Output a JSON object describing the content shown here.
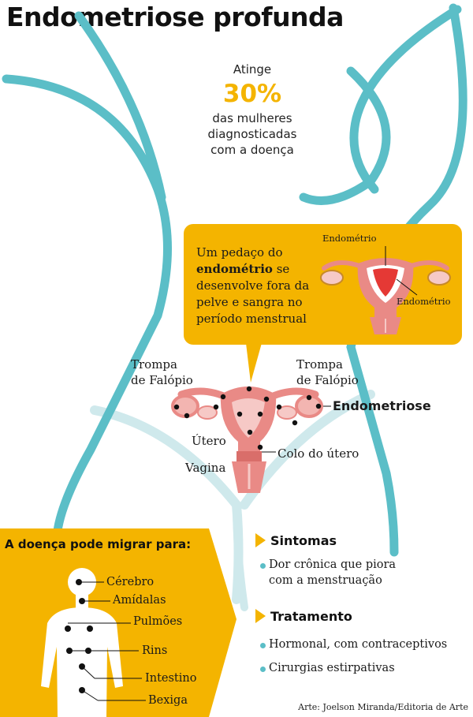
{
  "title": "Endometriose profunda",
  "stat": {
    "prefix": "Atinge",
    "percent": "30%",
    "line1": "das mulheres",
    "line2": "diagnosticadas",
    "line3": "com a doença"
  },
  "callout": {
    "text_before": "Um pedaço do",
    "text_bold": "endométrio",
    "text_after": "se desenvolve fora da pelve e sangra no período menstrual",
    "label_top": "Endométrio",
    "label_right": "Endométrio"
  },
  "uterus_labels": {
    "tube_left_1": "Trompa",
    "tube_left_2": "de Falópio",
    "tube_right_1": "Trompa",
    "tube_right_2": "de Falópio",
    "endometriosis": "Endometriose",
    "uterus": "Útero",
    "cervix": "Colo do útero",
    "vagina": "Vagina"
  },
  "migration": {
    "title": "A doença pode migrar para:",
    "organs": [
      "Cérebro",
      "Amídalas",
      "Pulmões",
      "Rins",
      "Intestino",
      "Bexiga"
    ]
  },
  "symptoms": {
    "heading": "Sintomas",
    "items": [
      {
        "line1": "Dor crônica que piora",
        "line2": "com a menstruação"
      }
    ]
  },
  "treatment": {
    "heading": "Tratamento",
    "items": [
      "Hormonal, com contraceptivos",
      "Cirurgias estirpativas"
    ]
  },
  "credit": "Arte: Joelson Miranda/Editoria de Arte",
  "colors": {
    "accent": "#f4b400",
    "body_outline": "#5bbec7",
    "uterus": "#e98a86",
    "light_teal": "#cfe9ec"
  }
}
